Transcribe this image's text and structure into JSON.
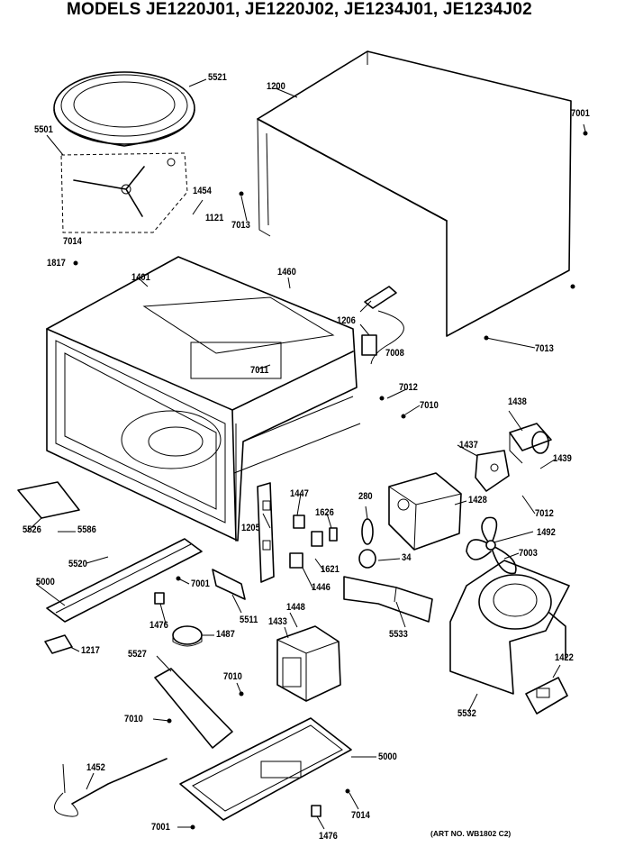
{
  "title": "MODELS JE1220J01, JE1220J02, JE1234J01, JE1234J02",
  "art_number": "(ART NO. WB1802 C2)",
  "callouts": {
    "c5521": "5521",
    "c1200": "1200",
    "c7001a": "7001",
    "c5501": "5501",
    "c1454": "1454",
    "c1121": "1121",
    "c7013a": "7013",
    "c7014a": "7014",
    "c1817": "1817",
    "c1401": "1401",
    "c1460": "1460",
    "c1206": "1206",
    "c7008": "7008",
    "c7013b": "7013",
    "c7011": "7011",
    "c7012a": "7012",
    "c7010a": "7010",
    "c1438": "1438",
    "c1437": "1437",
    "c1439": "1439",
    "c5526": "5526",
    "c5586": "5586",
    "c5520": "5520",
    "c1447": "1447",
    "c1626": "1626",
    "c280": "280",
    "c1428": "1428",
    "c7012b": "7012",
    "c1205": "1205",
    "c1492": "1492",
    "c7003": "7003",
    "c5000a": "5000",
    "c7001b": "7001",
    "c1621": "1621",
    "c1446": "1446",
    "c34": "34",
    "c1476a": "1476",
    "c5511": "5511",
    "c1448": "1448",
    "c1433": "1433",
    "c5533": "5533",
    "c1487": "1487",
    "c1217": "1217",
    "c5527": "5527",
    "c7010b": "7010",
    "c1422": "1422",
    "c7010c": "7010",
    "c5532": "5532",
    "c5000b": "5000",
    "c1452": "1452",
    "c7001c": "7001",
    "c1476b": "1476",
    "c7014b": "7014"
  }
}
